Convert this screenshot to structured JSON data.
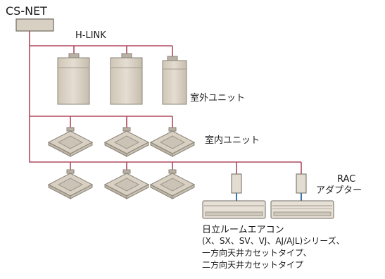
{
  "labels": {
    "cs_net": "CS-NET",
    "h_link": "H-LINK",
    "outdoor_unit": "室外ユニット",
    "indoor_unit": "室内ユニット",
    "rac_line1": "RAC",
    "rac_line2": "アダプター",
    "note_line1": "日立ルームエアコン",
    "note_line2": "(X、SX、SV、VJ、AJ/AJL)シリーズ、",
    "note_line3": "一方向天井カセットタイプ、",
    "note_line4": "二方向天井カセットタイプ"
  },
  "colors": {
    "wire": "#b04a5e",
    "unit_fill": "#d8d0c2",
    "unit_stroke": "#8a8478",
    "pipe": "#3b6fb0",
    "text": "#1a1a1a"
  }
}
